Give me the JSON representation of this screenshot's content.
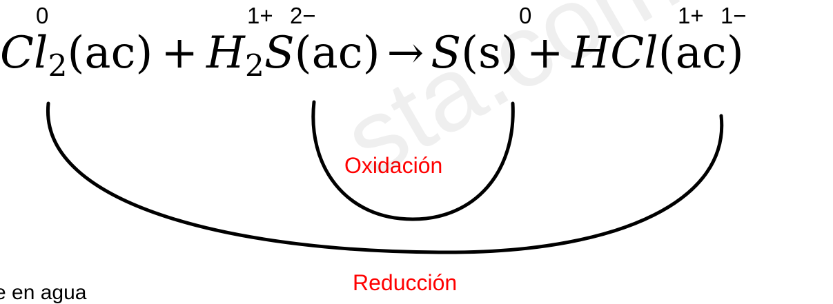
{
  "oxidation_states": {
    "cl2": "0",
    "h2s_h": "1+",
    "h2s_s": "2−",
    "s": "0",
    "hcl_h": "1+",
    "hcl_cl": "1−"
  },
  "equation": {
    "cl": "Cl",
    "cl_sub": "2",
    "cl_phase": "(ac)",
    "plus1": "+",
    "h": "H",
    "h_sub": "2",
    "s_in_h2s": "S",
    "h2s_phase": "(ac)",
    "arrow": "→",
    "s": "S",
    "s_phase": "(s)",
    "plus2": "+",
    "hcl": "HCl",
    "hcl_phase": "(ac)"
  },
  "labels": {
    "oxidation": "Oxidación",
    "reduction": "Reducción"
  },
  "fragment_text": "e en agua",
  "watermark_text": "sta.com",
  "colors": {
    "text": "#000000",
    "label": "#ff0000",
    "arc": "#000000"
  }
}
